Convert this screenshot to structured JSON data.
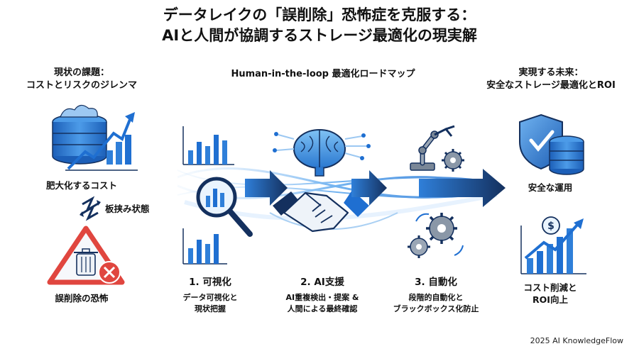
{
  "title": {
    "line1": "データレイクの「誤削除」恐怖症を克服する：",
    "line2": "AIと人間が協調するストレージ最適化の現実解"
  },
  "left": {
    "heading_line1": "現状の課題：",
    "heading_line2": "コストとリスクのジレンマ",
    "cost_label": "肥大化するコスト",
    "dilemma_label": "板挟み状態",
    "fear_label": "誤削除の恐怖"
  },
  "center": {
    "heading": "Human-in-the-loop 最適化ロードマップ",
    "steps": [
      {
        "title": "1. 可視化",
        "desc_line1": "データ可視化と",
        "desc_line2": "現状把握"
      },
      {
        "title": "2. AI支援",
        "desc_line1": "AI重複検出・提案 &",
        "desc_line2": "人間による最終確認"
      },
      {
        "title": "3. 自動化",
        "desc_line1": "段階的自動化と",
        "desc_line2": "ブラックボックス化防止"
      }
    ]
  },
  "right": {
    "heading_line1": "実現する未来：",
    "heading_line2": "安全なストレージ最適化とROI",
    "safe_label": "安全な運用",
    "roi_line1": "コスト削減と",
    "roi_line2": "ROI向上"
  },
  "footer": "2025 AI KnowledgeFlow",
  "colors": {
    "primary_blue": "#1f6fd1",
    "dark_navy": "#14305e",
    "light_blue": "#9cc8f2",
    "warning_red": "#e0463f",
    "gear_gray": "#7a8797"
  }
}
